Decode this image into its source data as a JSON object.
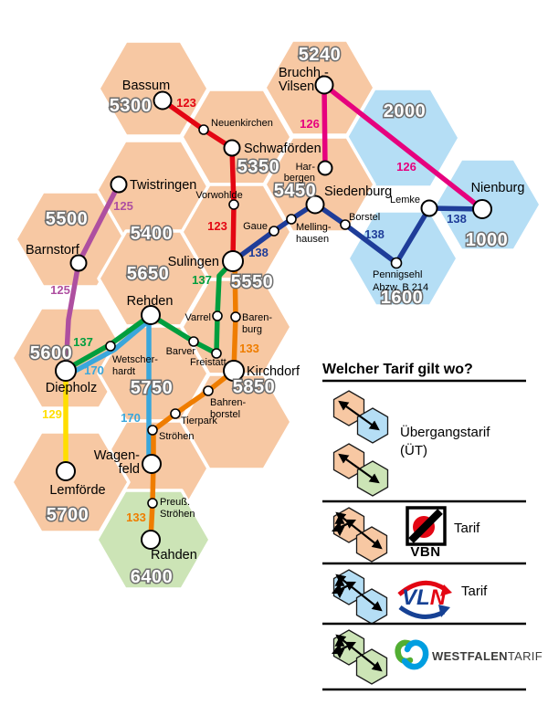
{
  "map": {
    "zone_labels": [
      "5300",
      "5240",
      "5350",
      "2000",
      "5400",
      "5450",
      "1000",
      "5500",
      "1600",
      "5650",
      "5600",
      "5550",
      "5750",
      "5850",
      "5700",
      "6400"
    ],
    "town_labels": [
      "Bassum",
      "Bruchh.-",
      "Vilsen",
      "Nienburg",
      "Schwaförden",
      "Twistringen",
      "Siedenburg",
      "Barnstorf",
      "Sulingen",
      "Rehden",
      "Diepholz",
      "Kirchdorf",
      "Wagen-",
      "feld",
      "Lemförde",
      "Rahden"
    ],
    "stop_labels": [
      "Neuenkirchen",
      "Har-",
      "bergen",
      "Vorwohlde",
      "Gaue",
      "Melling-",
      "hausen",
      "Borstel",
      "Lemke",
      "Pennigsehl",
      "Abzw. B 214",
      "Varrel",
      "Baren-",
      "burg",
      "Barver",
      "Freistatt",
      "Wetscher-",
      "hardt",
      "Bahren-",
      "borstel",
      "Tierpark",
      "Ströhen",
      "Preuß.",
      "Ströhen"
    ],
    "route_labels": [
      "123",
      "123",
      "126",
      "126",
      "138",
      "138",
      "138",
      "125",
      "125",
      "137",
      "137",
      "170",
      "170",
      "133",
      "133",
      "129"
    ]
  },
  "legend": {
    "title": "Welcher Tarif gilt wo?",
    "uebergang_line1": "Übergangstarif",
    "uebergang_line2": "(ÜT)",
    "vbn_label": "VBN",
    "vbn_tarif": "Tarif",
    "vln_v": "V",
    "vln_l": "L",
    "vln_n": "N",
    "vln_tarif": "Tarif",
    "wf_bold": "WESTFALEN",
    "wf_light": "TARIF"
  },
  "colors": {
    "zone_orange": "#F7C8A3",
    "zone_blue": "#B5DEF5",
    "zone_green": "#CCE4B6",
    "route_123": "#E30613",
    "route_126": "#E6017E",
    "route_138": "#1F3D99",
    "route_125": "#AE4FA0",
    "route_137": "#009E3E",
    "route_170": "#3AA7DC",
    "route_133": "#EF7D00",
    "route_129": "#FFDE00",
    "vbn_red": "#E30613",
    "vln_blue": "#164194",
    "vln_red": "#E30613",
    "westfalen_green": "#52AE32",
    "westfalen_blue": "#009EE0"
  }
}
